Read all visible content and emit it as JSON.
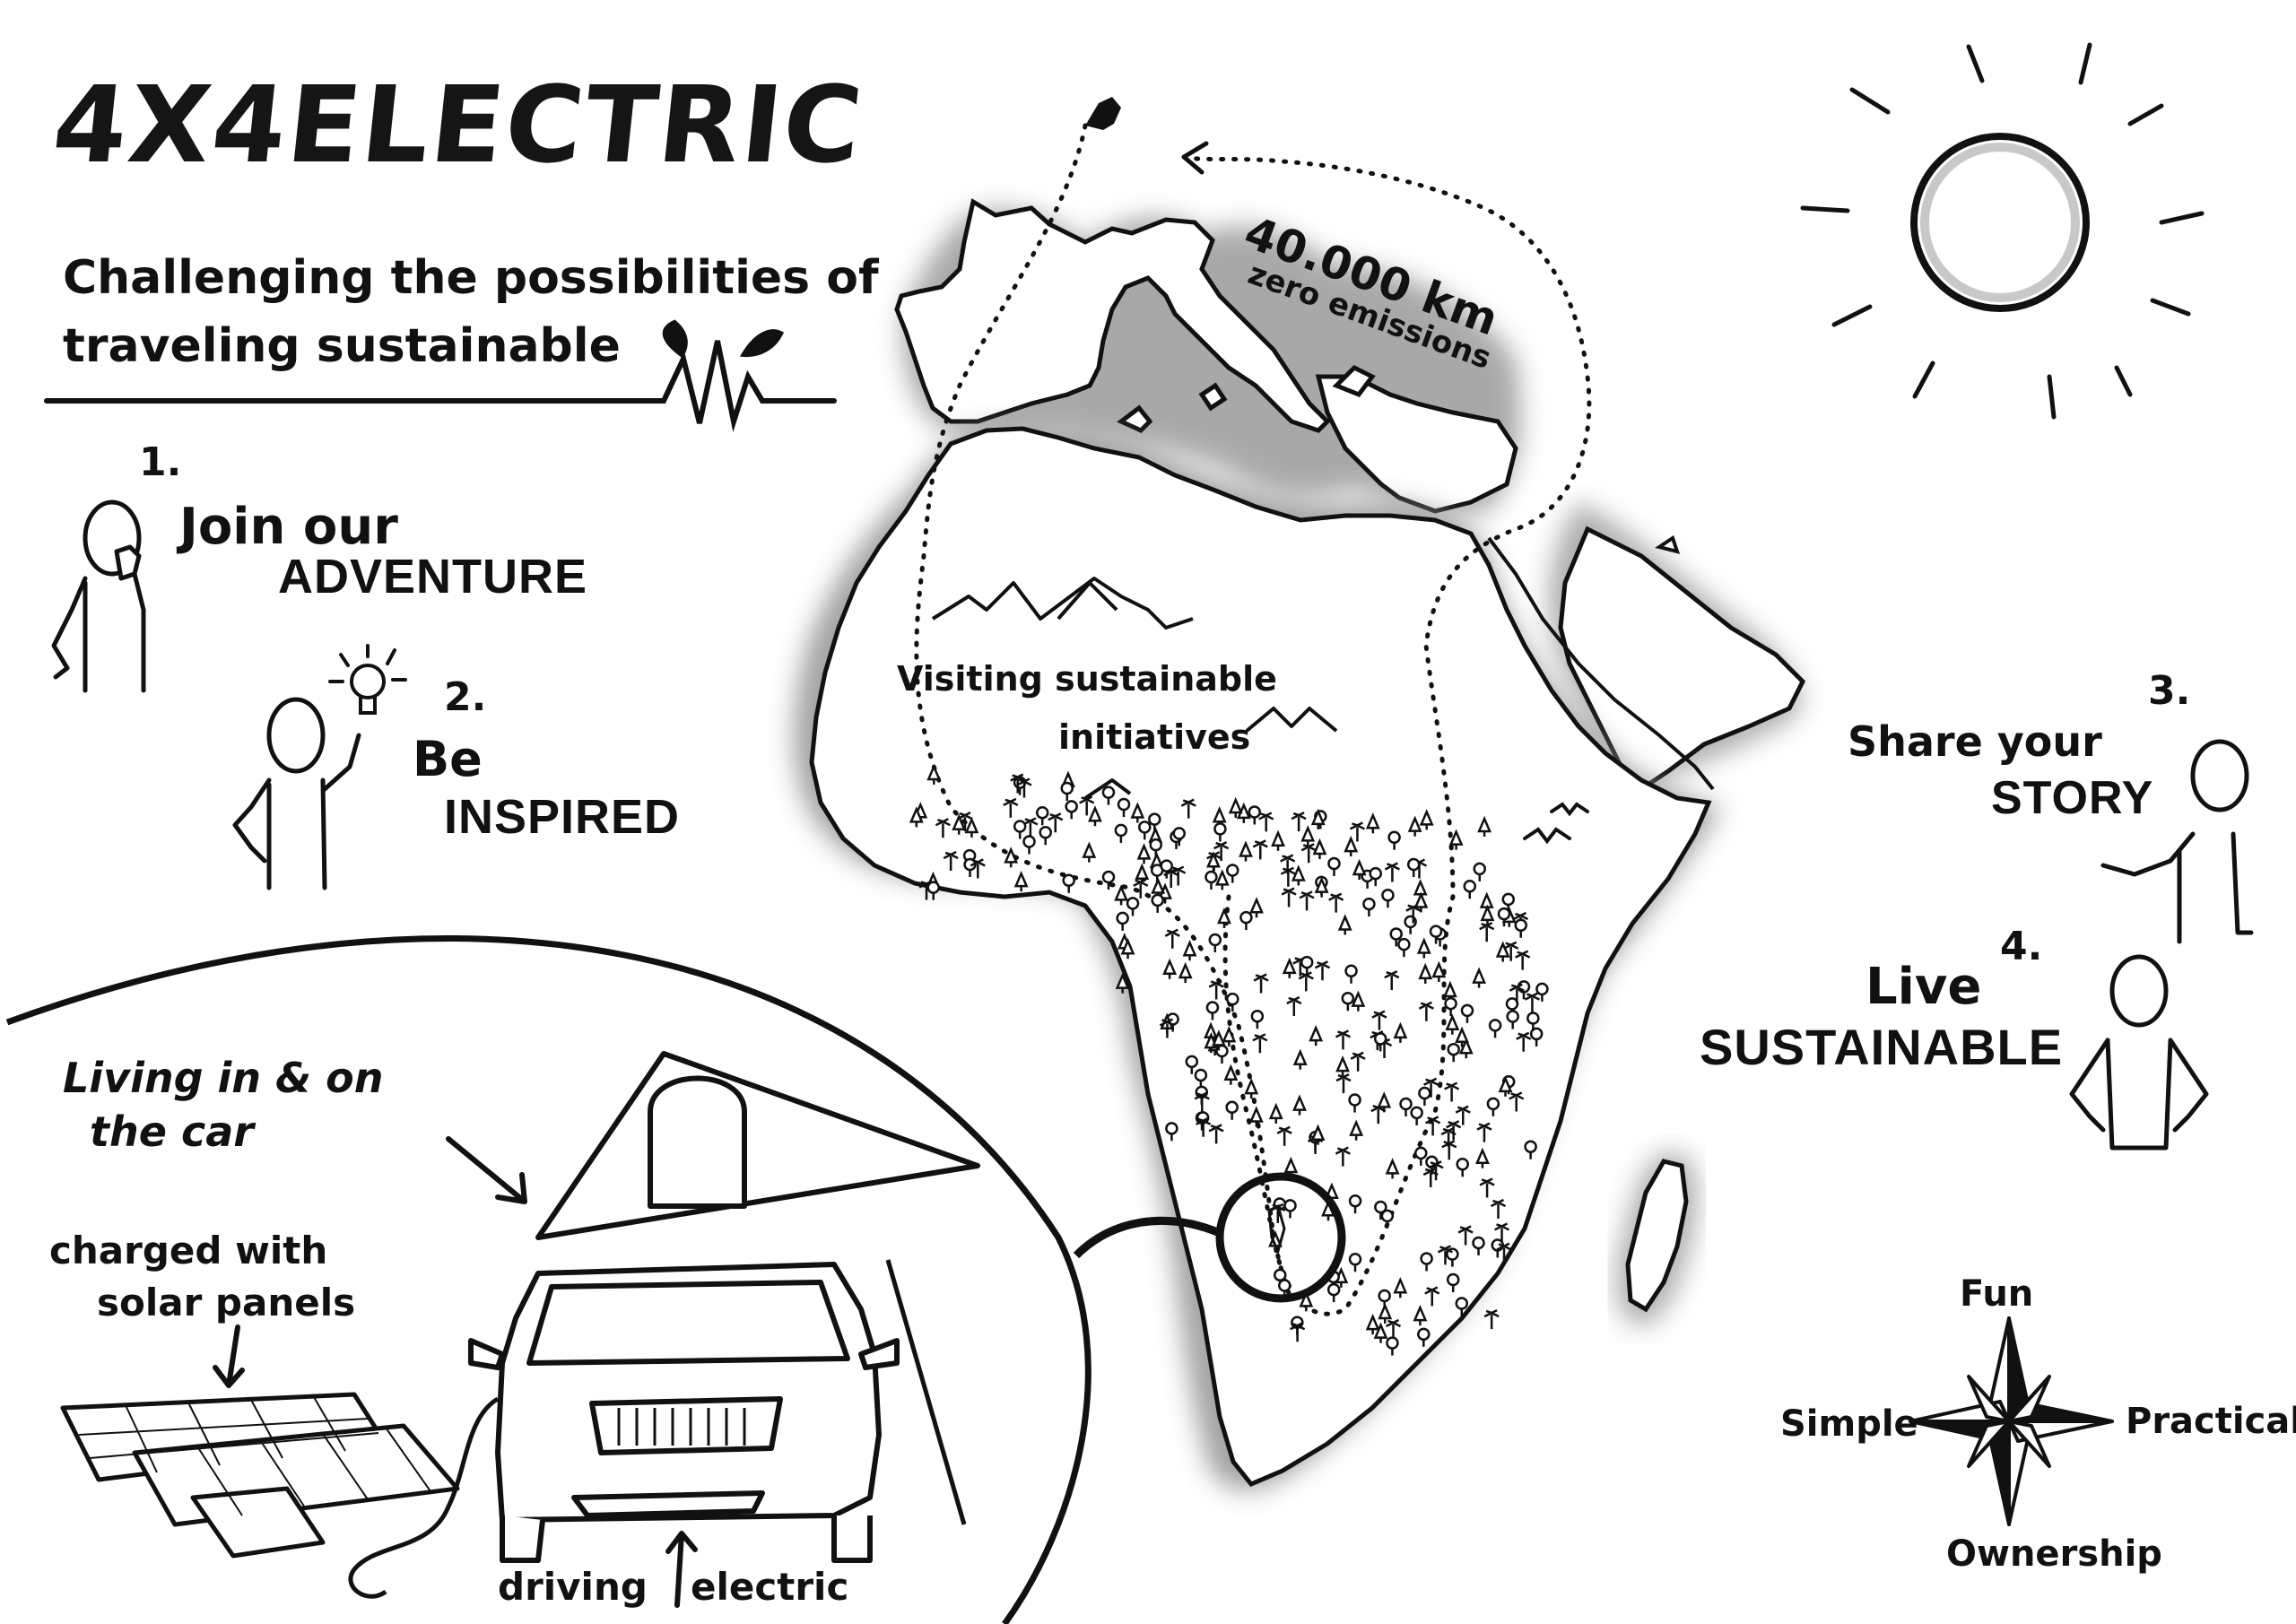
{
  "header": {
    "title": "4X4ELECTRIC",
    "subtitle_line1": "Challenging the possibilities of",
    "subtitle_line2": "traveling sustainable"
  },
  "steps": [
    {
      "number": "1.",
      "line1": "Join our",
      "line2": "ADVENTURE"
    },
    {
      "number": "2.",
      "line1": "Be",
      "line2": "INSPIRED"
    },
    {
      "number": "3.",
      "line1": "Share your",
      "line2": "STORY"
    },
    {
      "number": "4.",
      "line1": "Live",
      "line2": "SUSTAINABLE"
    }
  ],
  "map": {
    "route_label": "40.000 km",
    "route_sublabel": "zero emissions",
    "interior_label_line1": "Visiting sustainable",
    "interior_label_line2": "initiatives"
  },
  "car": {
    "living_line1": "Living in & on",
    "living_line2": "the car",
    "charged_line1": "charged with",
    "charged_line2": "solar panels",
    "driving_left": "driving",
    "driving_right": "electric"
  },
  "compass": {
    "north": "Fun",
    "west": "Simple",
    "east": "Practical",
    "south": "Ownership"
  },
  "colors": {
    "ink": "#111111",
    "background": "#ffffff",
    "shadow": "#9a9a9a"
  }
}
